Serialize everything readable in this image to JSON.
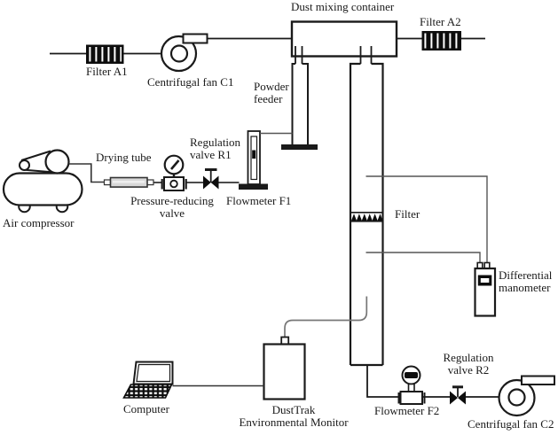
{
  "labels": {
    "dust_mixing_container": "Dust mixing container",
    "filter_a1": "Filter A1",
    "centrifugal_fan_c1": "Centrifugal fan C1",
    "filter_a2": "Filter A2",
    "powder_feeder": "Powder\nfeeder",
    "regulation_valve_r1": "Regulation\nvalve R1",
    "flowmeter_f1": "Flowmeter F1",
    "drying_tube": "Drying tube",
    "pressure_reducing_valve": "Pressure-reducing\nvalve",
    "air_compressor": "Air compressor",
    "column_filter": "Filter",
    "differential_manometer": "Differential\nmanometer",
    "computer": "Computer",
    "dusttrak_monitor": "DustTrak\nEnvironmental Monitor",
    "flowmeter_f2": "Flowmeter F2",
    "regulation_valve_r2": "Regulation\nvalve R2",
    "centrifugal_fan_c2": "Centrifugal fan C2"
  },
  "colors": {
    "line": "#1a1a1a",
    "tube_line": "#777777",
    "tap_line": "#555555",
    "dark_fill": "#0d0d0d",
    "background": "#ffffff"
  }
}
